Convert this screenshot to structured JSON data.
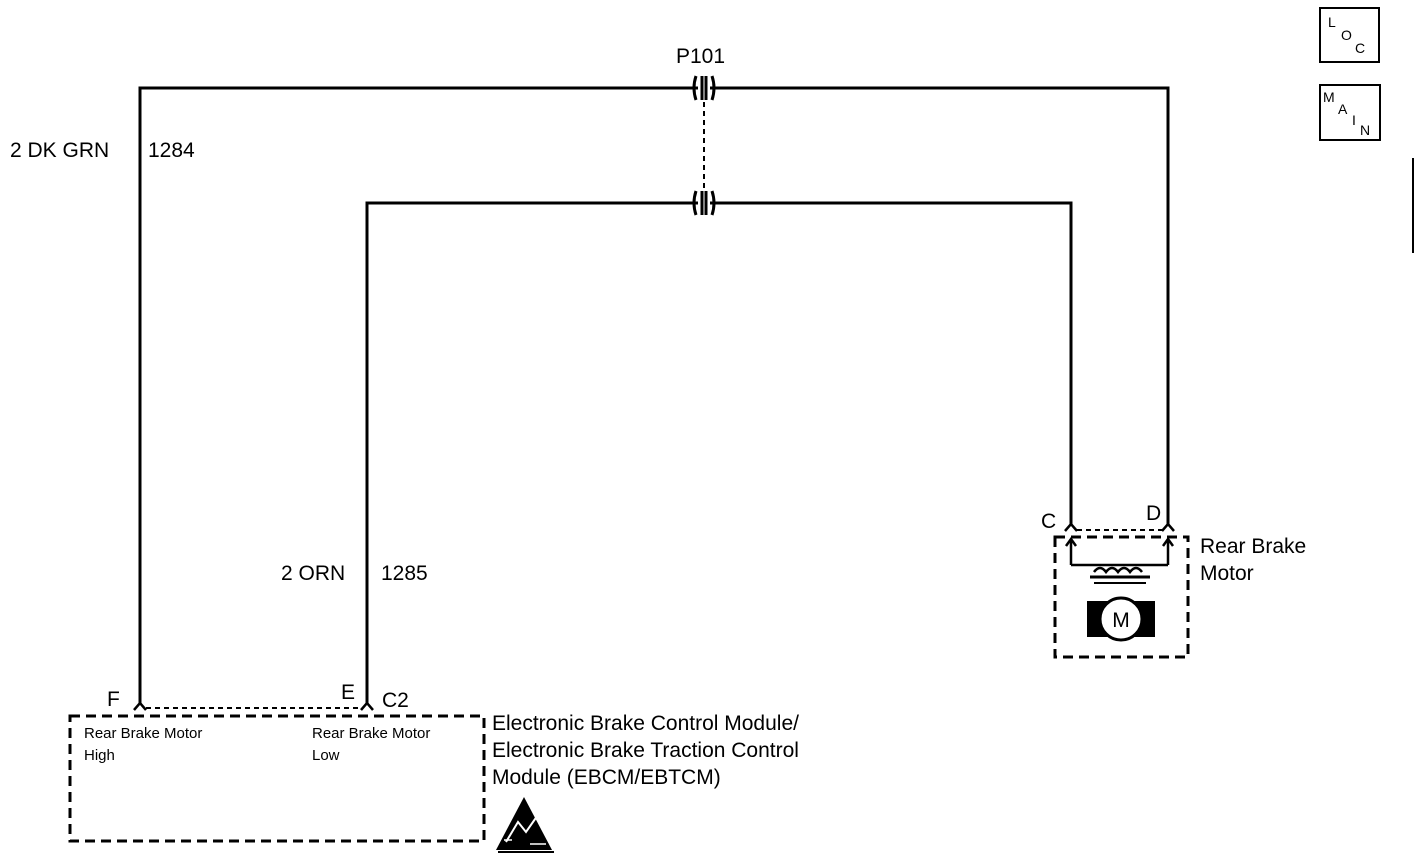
{
  "connector": {
    "name": "P101"
  },
  "wires": {
    "high": {
      "size_color": "2 DK GRN",
      "circuit": "1284"
    },
    "low": {
      "size_color": "2 ORN",
      "circuit": "1285"
    }
  },
  "module": {
    "line1": "Electronic Brake Control Module/",
    "line2": "Electronic Brake Traction Control",
    "line3": "Module (EBCM/EBTCM)",
    "connector": "C2",
    "pins": [
      {
        "pin": "F",
        "desc1": "Rear Brake Motor",
        "desc2": "High"
      },
      {
        "pin": "E",
        "desc1": "Rear Brake Motor",
        "desc2": "Low"
      }
    ]
  },
  "motor": {
    "line1": "Rear Brake",
    "line2": "Motor",
    "symbol": "M",
    "pins": [
      {
        "pin": "C"
      },
      {
        "pin": "D"
      }
    ]
  },
  "nav": {
    "loc": {
      "l": "L",
      "o": "O",
      "c": "C"
    },
    "main": {
      "m": "M",
      "a": "A",
      "i": "I",
      "n": "N"
    }
  },
  "icons": {
    "esd": "esd-sensitive-icon",
    "motor": "motor-icon"
  }
}
